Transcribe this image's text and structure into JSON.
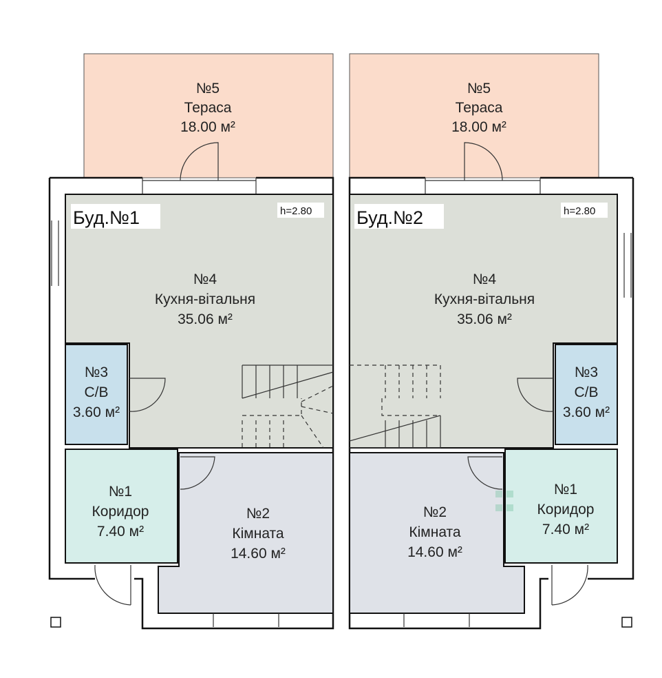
{
  "buildings": [
    {
      "name": "Буд.№1",
      "height": "h=2.80",
      "rooms": {
        "terrace": {
          "number": "№5",
          "name": "Тераса",
          "area": "18.00 м²"
        },
        "kitchen": {
          "number": "№4",
          "name": "Кухня-вітальня",
          "area": "35.06 м²"
        },
        "bathroom": {
          "number": "№3",
          "name": "С/В",
          "area": "3.60 м²"
        },
        "corridor": {
          "number": "№1",
          "name": "Коридор",
          "area": "7.40 м²"
        },
        "room": {
          "number": "№2",
          "name": "Кімната",
          "area": "14.60 м²"
        }
      }
    },
    {
      "name": "Буд.№2",
      "height": "h=2.80",
      "rooms": {
        "terrace": {
          "number": "№5",
          "name": "Тераса",
          "area": "18.00 м²"
        },
        "kitchen": {
          "number": "№4",
          "name": "Кухня-вітальня",
          "area": "35.06 м²"
        },
        "bathroom": {
          "number": "№3",
          "name": "С/В",
          "area": "3.60 м²"
        },
        "corridor": {
          "number": "№1",
          "name": "Коридор",
          "area": "7.40 м²"
        },
        "room": {
          "number": "№2",
          "name": "Кімната",
          "area": "14.60 м²"
        }
      }
    }
  ],
  "colors": {
    "terrace": "#fbdccb",
    "kitchen": "#dcdfd8",
    "bathroom": "#c8e0ec",
    "corridor": "#d6eeea",
    "room": "#dfe2e8"
  }
}
